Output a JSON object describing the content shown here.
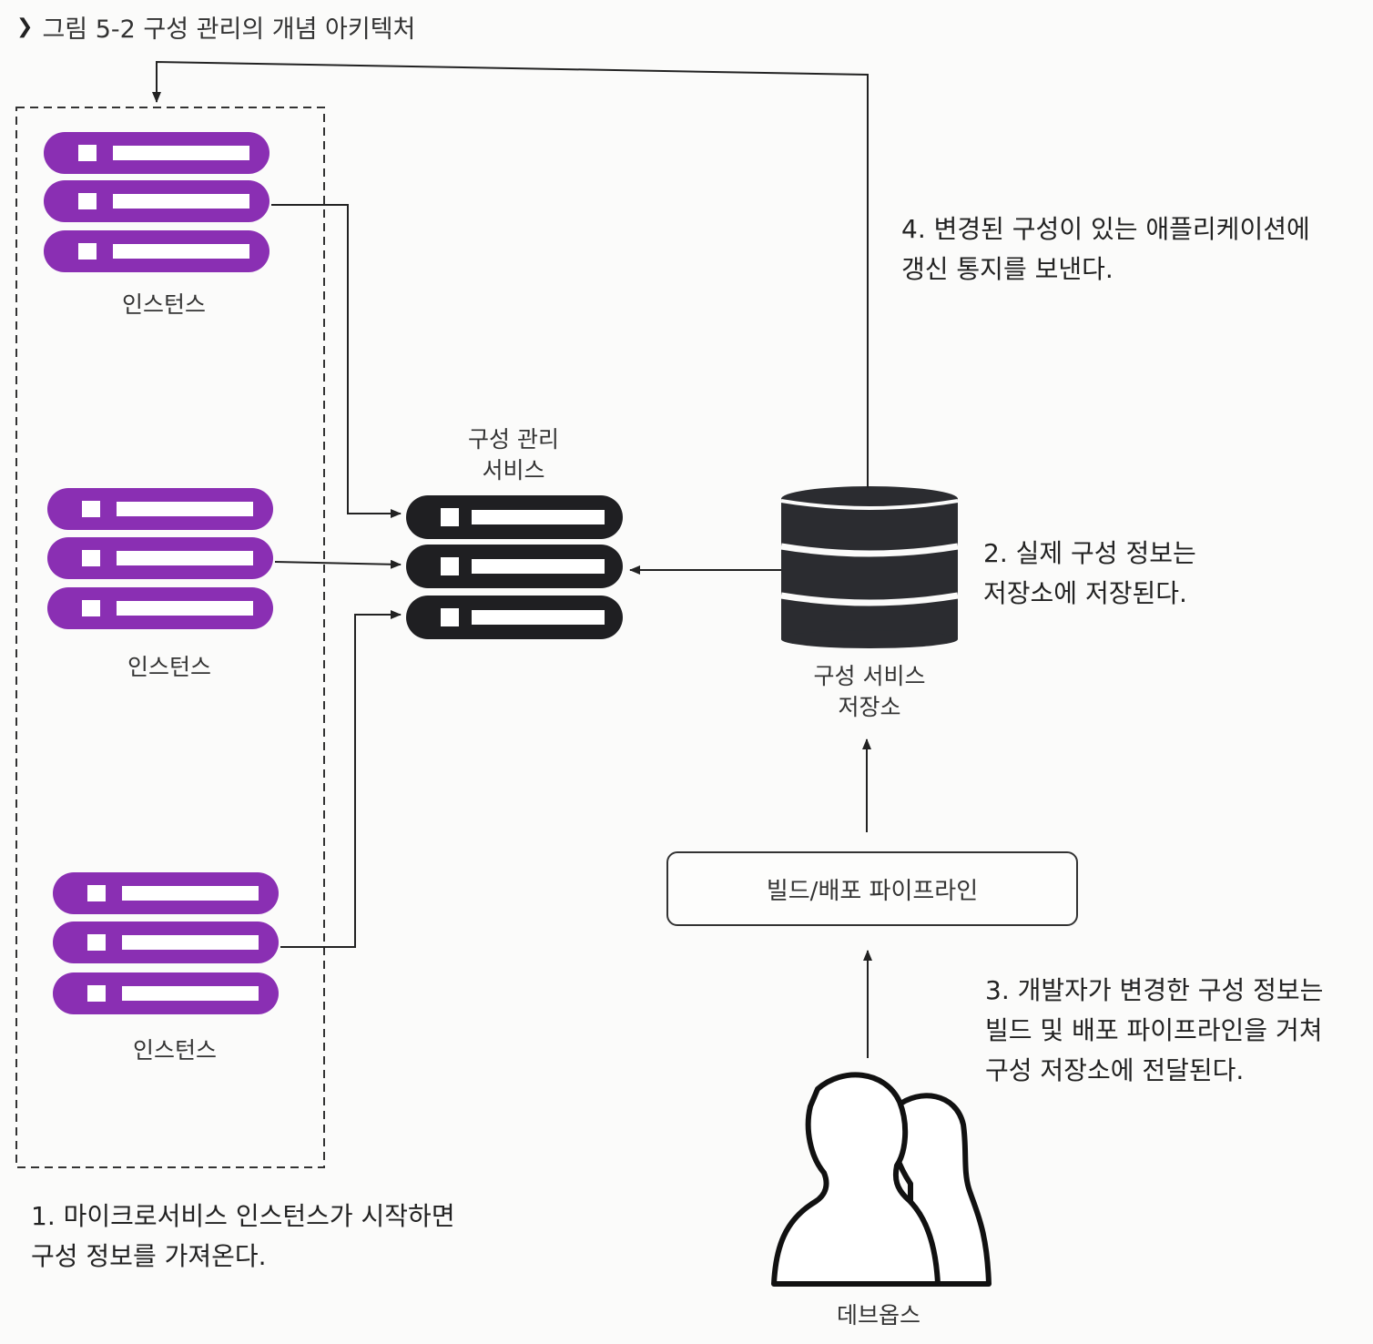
{
  "figure": {
    "caption": "그림 5-2 구성 관리의 개념 아키텍처"
  },
  "instances": [
    {
      "label": "인스턴스"
    },
    {
      "label": "인스턴스"
    },
    {
      "label": "인스턴스"
    }
  ],
  "config_service": {
    "label": "구성 관리\n서비스"
  },
  "config_store": {
    "label": "구성 서비스\n저장소"
  },
  "pipeline": {
    "label": "빌드/배포 파이프라인"
  },
  "devops": {
    "label": "데브옵스"
  },
  "notes": {
    "step1": "1. 마이크로서비스 인스턴스가 시작하면\n구성 정보를 가져온다.",
    "step2": "2. 실제 구성 정보는\n저장소에 저장된다.",
    "step3": "3. 개발자가 변경한 구성 정보는\n빌드 및 배포 파이프라인을 거쳐\n구성 저장소에 전달된다.",
    "step4": "4. 변경된 구성이 있는 애플리케이션에\n갱신 통지를 보낸다."
  },
  "colors": {
    "instance": "#8a2fb3",
    "service": "#1f1f22",
    "store": "#2b2c30",
    "line": "#222222"
  },
  "icons": {
    "caption_marker": "chevron-down-icon",
    "instance_server": "server-stack-icon",
    "service_server": "server-stack-icon",
    "store": "database-icon",
    "devops": "people-icon"
  }
}
